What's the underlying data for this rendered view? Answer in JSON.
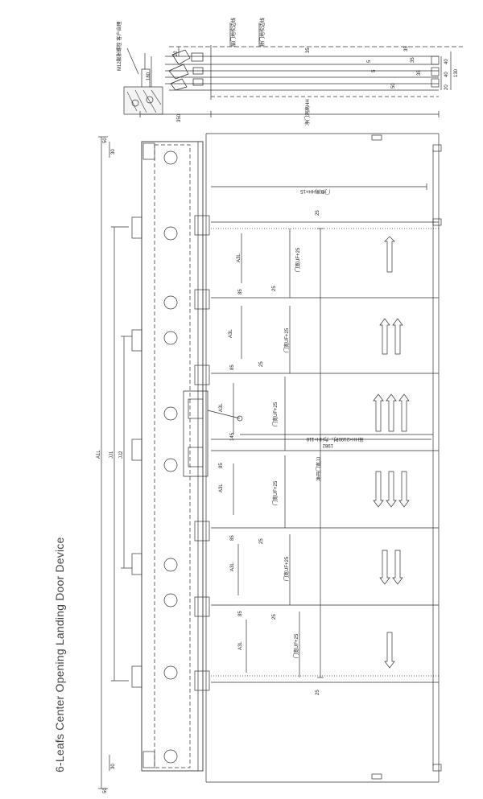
{
  "page": {
    "title": "6-Leafs Center Opening Landing Door Device"
  },
  "top_view": {
    "note_bolt": "M12膨胀螺栓\n客户自理",
    "note_sill_line": "层门地坎边线",
    "note_door_line": "轿门地坎边线",
    "dim_180": "180",
    "dim_22": "22",
    "dim_35_top": "35",
    "dim_5a": "5",
    "dim_5b": "5",
    "dim_35b": "35",
    "dim_35c": "35",
    "dim_35d": "35",
    "dim_50": "50",
    "dim_40a": "40",
    "dim_40b": "40",
    "dim_130": "130",
    "dim_20": "20",
    "dim_350": "350",
    "dim_hh": "净门洞高HH"
  },
  "front_view": {
    "dim_50_top": "50",
    "dim_50_bottom": "50",
    "dim_30_top": "30",
    "dim_30_bottom": "30",
    "dim_A1L": "A1L",
    "dim_JJ1": "JJ1",
    "dim_JJ2": "JJ2",
    "dim_frame": "门框高HH+15",
    "dim_25_list": [
      "25",
      "25",
      "25",
      "25",
      "25",
      "25"
    ],
    "dim_85_list": [
      "85",
      "85",
      "85",
      "85",
      "85"
    ],
    "dim_A3L_list": [
      "A3L",
      "A3L",
      "A3L",
      "A3L",
      "A3L",
      "A3L"
    ],
    "dim_leaf_list": [
      "门宽UF+25",
      "门宽UF+25",
      "门宽UF+25",
      "门宽UF+25",
      "门宽UF+25",
      "门宽UF+25"
    ],
    "dim_145": "145",
    "dim_height_note": "当HH<2100时，为HH+118",
    "dim_1982": "1982",
    "dim_open": "净开门宽JJ"
  }
}
